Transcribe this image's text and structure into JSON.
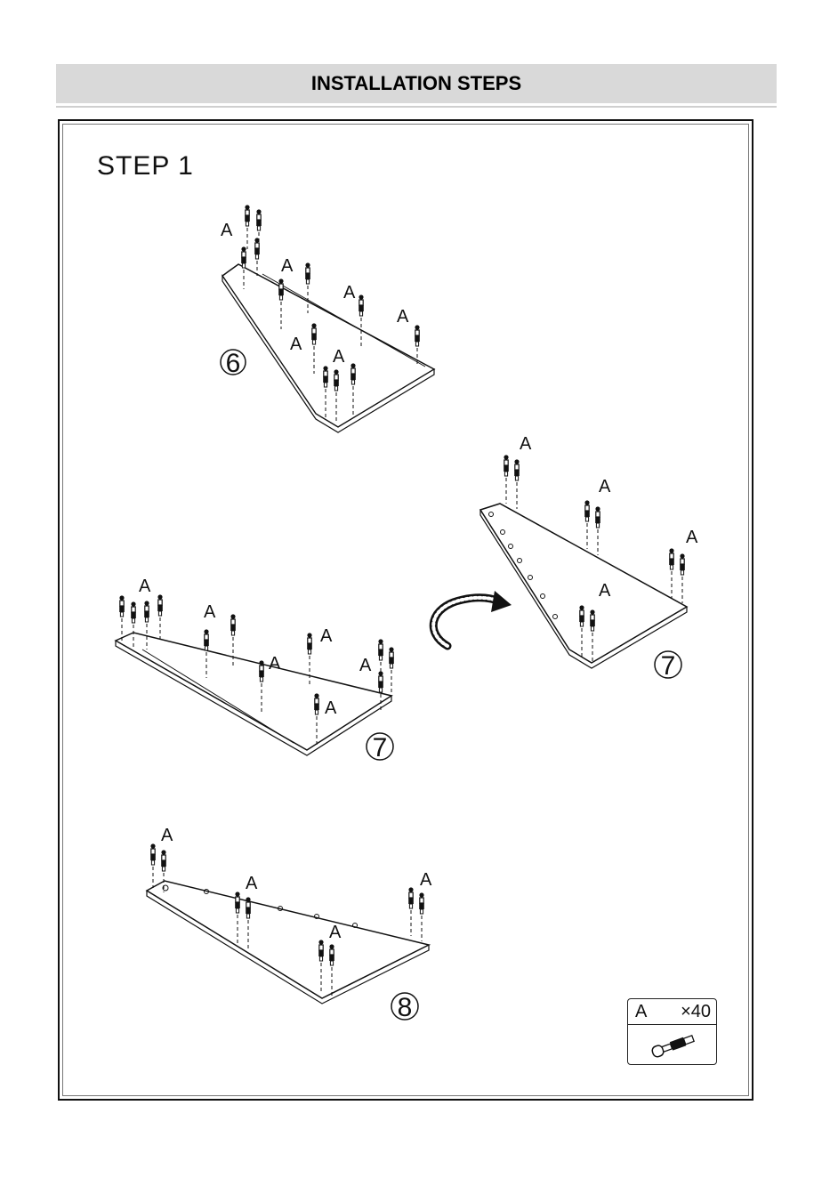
{
  "header": {
    "title": "INSTALLATION STEPS"
  },
  "step": {
    "title": "STEP  1"
  },
  "callout_letter": "A",
  "panels": [
    {
      "number": "6"
    },
    {
      "number": "7"
    },
    {
      "number": "7"
    },
    {
      "number": "8"
    }
  ],
  "parts": {
    "letter": "A",
    "quantity": "×40",
    "icon": "cam-bolt-icon"
  },
  "icons": {
    "rotate": "flip-arrow-icon"
  }
}
